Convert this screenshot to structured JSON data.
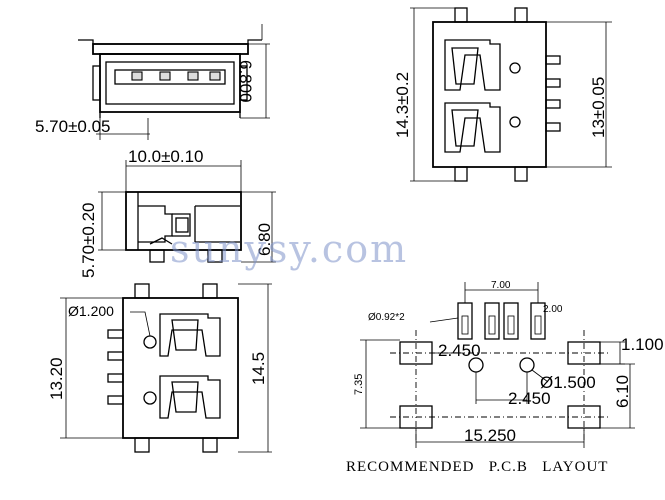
{
  "watermark": "sunysy.com",
  "front_view": {
    "height_label": "6.800",
    "width_label": "5.70±0.05"
  },
  "top_right_view": {
    "outer_label": "14.3±0.2",
    "inner_label": "13±0.05"
  },
  "side_view": {
    "length_label": "10.0±0.10",
    "left_height_label": "5.70±0.20",
    "right_height_label": "6.80"
  },
  "bottom_view": {
    "hole_label": "Ø1.200",
    "left_label": "13.20",
    "right_label": "14.5"
  },
  "pcb_layout": {
    "pitch_label": "7.00",
    "pin_width_label": "2.00",
    "pin_hole_label": "Ø0.92*2",
    "pin_offset_label": "2.450",
    "hole_label": "Ø1.500",
    "hole_offset_label": "2.450",
    "pad_height_label": "1.100",
    "height_left_label": "7.35",
    "height_right_label": "6.10",
    "width_label": "15.250",
    "caption": "RECOMMENDED   P.C.B   LAYOUT"
  }
}
